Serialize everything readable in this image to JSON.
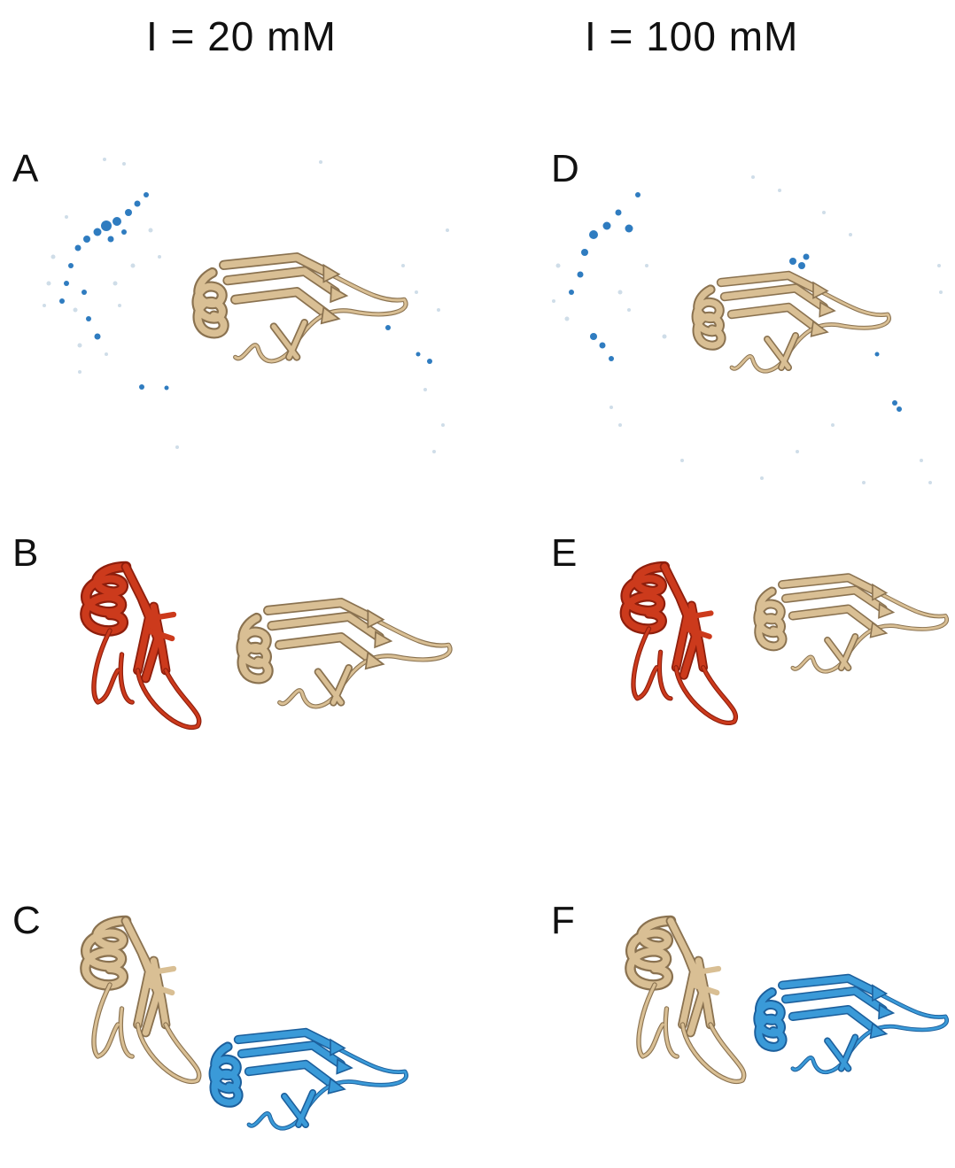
{
  "figure": {
    "column_headers": {
      "left": "I = 20 mM",
      "right": "I = 100 mM"
    },
    "panels": [
      {
        "id": "A",
        "label": "A",
        "column": "left",
        "content": "probability-density-spheres-with-protein"
      },
      {
        "id": "B",
        "label": "B",
        "column": "left",
        "content": "red-and-tan-protein-complex"
      },
      {
        "id": "C",
        "label": "C",
        "column": "left",
        "content": "tan-and-blue-protein-complex"
      },
      {
        "id": "D",
        "label": "D",
        "column": "right",
        "content": "probability-density-spheres-with-protein"
      },
      {
        "id": "E",
        "label": "E",
        "column": "right",
        "content": "red-and-tan-protein-complex"
      },
      {
        "id": "F",
        "label": "F",
        "column": "right",
        "content": "tan-and-blue-protein-complex"
      }
    ],
    "colors": {
      "tan_protein": "#d9bf94",
      "tan_shadow": "#8a7250",
      "red_protein": "#cc3a1c",
      "red_shadow": "#8e1e0c",
      "blue_protein": "#3a9ad8",
      "blue_shadow": "#1c5f9c",
      "sphere_light": "#cfdde8",
      "sphere_dark": "#2f7cc0"
    }
  }
}
